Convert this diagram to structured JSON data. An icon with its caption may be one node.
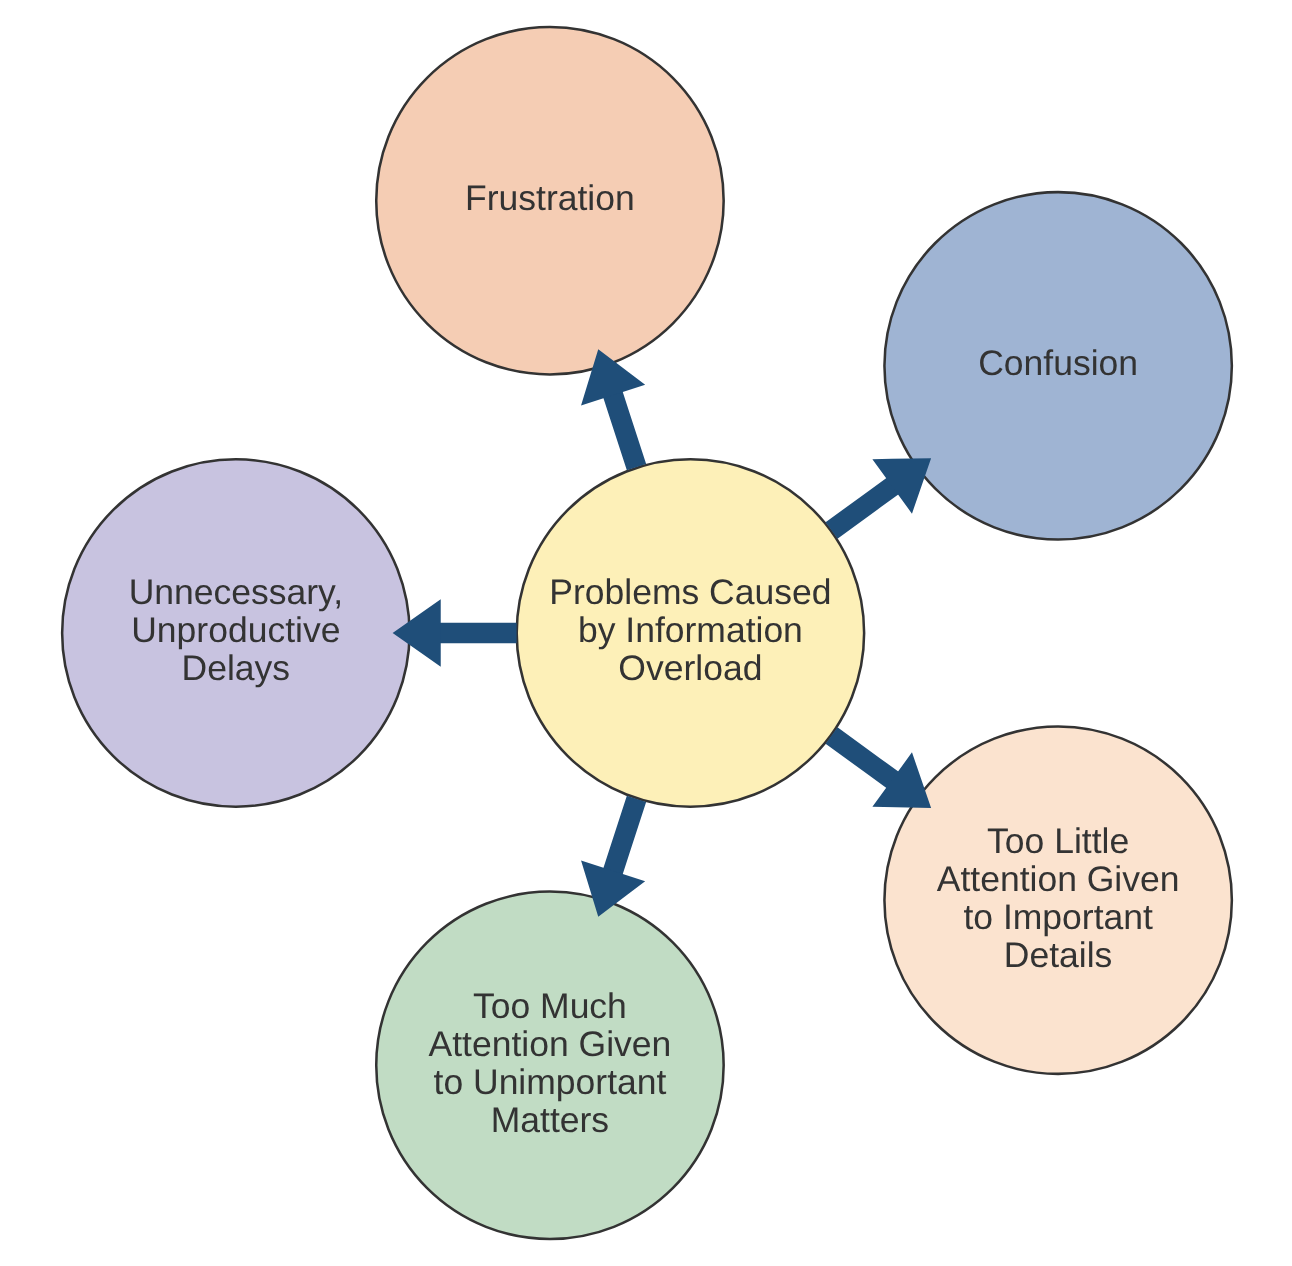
{
  "diagram": {
    "nodes": [
      {
        "text": [
          "Problems Caused by Information Overload"
        ]
      },
      {
        "text": [
          "Confusion"
        ]
      },
      {
        "text": [
          "Frustration"
        ]
      },
      {
        "text": [
          "Unnecessary, Unproductive Delays"
        ]
      },
      {
        "text": [
          "Too Much Attention Given to Unimportant Matters"
        ]
      },
      {
        "text": [
          "Too Little Attention Given to Important Details"
        ]
      }
    ],
    "edges": [
      {
        "from": 0,
        "to": 1,
        "arrow": "to"
      },
      {
        "from": 0,
        "to": 2,
        "arrow": "to"
      },
      {
        "from": 0,
        "to": 3,
        "arrow": "to"
      },
      {
        "from": 0,
        "to": 4,
        "arrow": "to"
      },
      {
        "from": 0,
        "to": 5,
        "arrow": "to"
      }
    ]
  }
}
